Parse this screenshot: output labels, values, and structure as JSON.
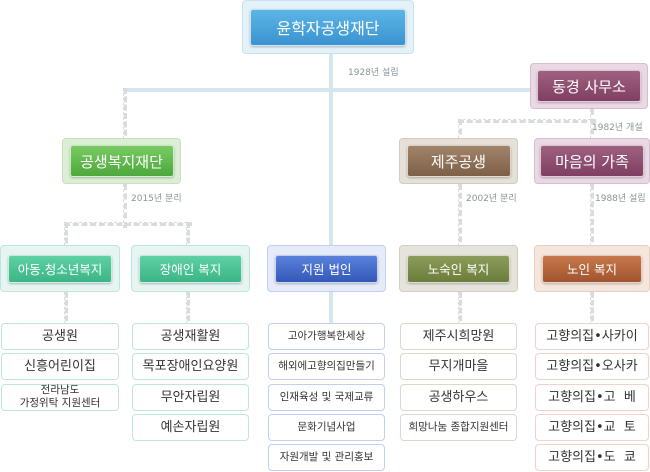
{
  "root": {
    "label": "윤학자공생재단",
    "note": "1928년 설립"
  },
  "tokyo": {
    "label": "동경 사무소",
    "note": "1982년 개설"
  },
  "welfare": {
    "label": "공생복지재단",
    "note": "2015년 분리"
  },
  "jeju": {
    "label": "제주공생",
    "note": "2002년 분리"
  },
  "family": {
    "label": "마음의 가족",
    "note": "1988년 설립"
  },
  "columns": [
    {
      "label": "아동.청소년복지",
      "items": [
        "공생원",
        "신흥어린이집",
        "전라남도\n가정위탁 지원센터"
      ]
    },
    {
      "label": "장애인 복지",
      "items": [
        "공생재활원",
        "목포장애인요양원",
        "무안자립원",
        "예손자립원"
      ]
    },
    {
      "label": "지원 법인",
      "items": [
        "고아가행복한세상",
        "해외에고향의집만들기",
        "인재육성 및 국제교류",
        "문화기념사업",
        "자원개발 및 관리홍보"
      ]
    },
    {
      "label": "노숙인 복지",
      "items": [
        "제주시희망원",
        "무지개마을",
        "공생하우스",
        "희망나눔 종합지원센터"
      ]
    },
    {
      "label": "노인 복지",
      "items": [
        "고향의집•사카이",
        "고향의집•오사카",
        "고향의집•고  베",
        "고향의집•교  토",
        "고향의집•도  쿄"
      ]
    }
  ],
  "colors": {
    "blue": "#3f9bd6",
    "green": "#5cb84a",
    "purple": "#874a6c",
    "brown": "#8a6c52",
    "teal": "#48c494",
    "navy": "#3a62c4",
    "olive": "#7a8a4a",
    "rust": "#b2643a"
  }
}
